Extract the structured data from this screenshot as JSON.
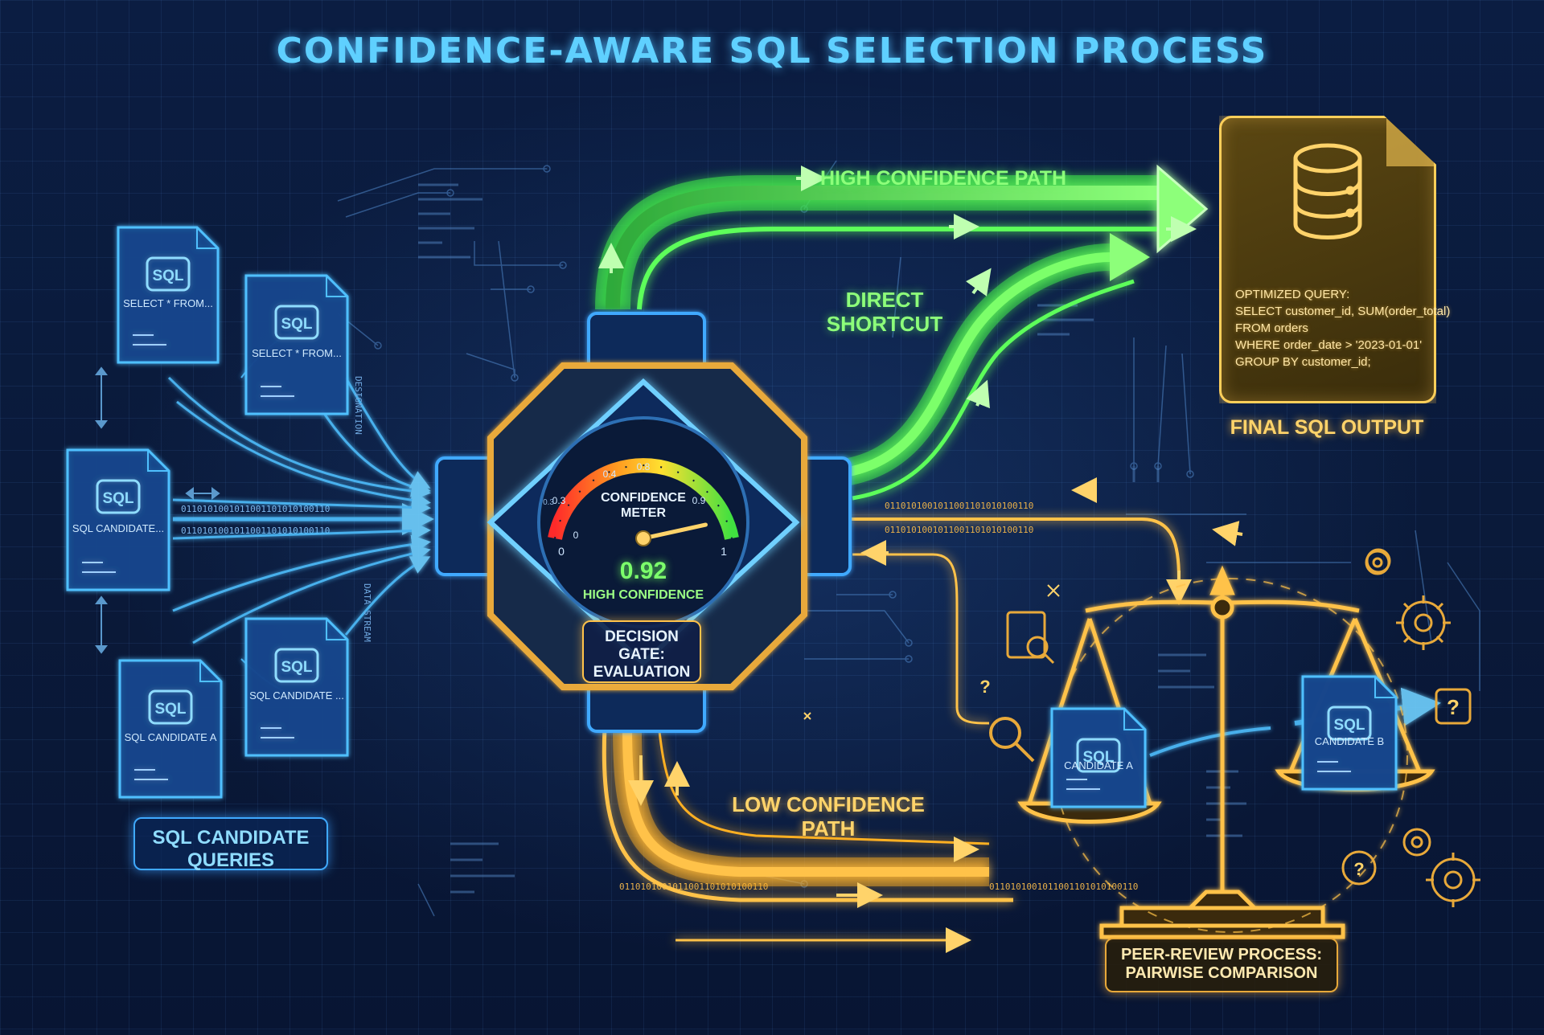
{
  "title": "CONFIDENCE-AWARE SQL SELECTION PROCESS",
  "colors": {
    "blue": "#3fa9ff",
    "green": "#5dff5a",
    "gold": "#ffc24a",
    "background": "#0a1a3a"
  },
  "candidates": {
    "group_label": "SQL CANDIDATE QUERIES",
    "items": [
      {
        "tag": "SQL",
        "label": "SELECT * FROM..."
      },
      {
        "tag": "SQL",
        "label": "SELECT * FROM..."
      },
      {
        "tag": "SQL",
        "label": "SQL CANDIDATE..."
      },
      {
        "tag": "SQL",
        "label": "SQL CANDIDATE A"
      },
      {
        "tag": "SQL",
        "label": "SQL CANDIDATE ..."
      }
    ],
    "vertical_labels": [
      "DESIGNATION",
      "DATA STREAM"
    ]
  },
  "gate": {
    "meter_title": "CONFIDENCE METER",
    "scale": [
      "0",
      "0.3",
      "0.4",
      "0.8",
      "0.9",
      "1"
    ],
    "scale_outer": [
      "0",
      "0.3",
      "1"
    ],
    "value": "0.92",
    "value_number": 0.92,
    "status": "HIGH CONFIDENCE",
    "label": "DECISION GATE: EVALUATION"
  },
  "paths": {
    "high": "HIGH CONFIDENCE PATH",
    "shortcut": "DIRECT SHORTCUT",
    "low": "LOW CONFIDENCE PATH"
  },
  "output": {
    "label": "FINAL SQL OUTPUT",
    "query_lines": [
      "OPTIMIZED QUERY:",
      "SELECT customer_id, SUM(order_total)",
      "FROM orders",
      "WHERE order_date > '2023-01-01'",
      "GROUP BY customer_id;"
    ],
    "icon": "database-icon"
  },
  "peer_review": {
    "label": "PEER-REVIEW PROCESS: PAIRWISE COMPARISON",
    "candidate_a": {
      "tag": "SQL",
      "label": "CANDIDATE A"
    },
    "candidate_b": {
      "tag": "SQL",
      "label": "CANDIDATE B"
    },
    "icons": [
      "scale-icon",
      "gear-icon",
      "magnifier-icon",
      "question-icon"
    ]
  },
  "binary_stream": "0110101001011001101010100110"
}
